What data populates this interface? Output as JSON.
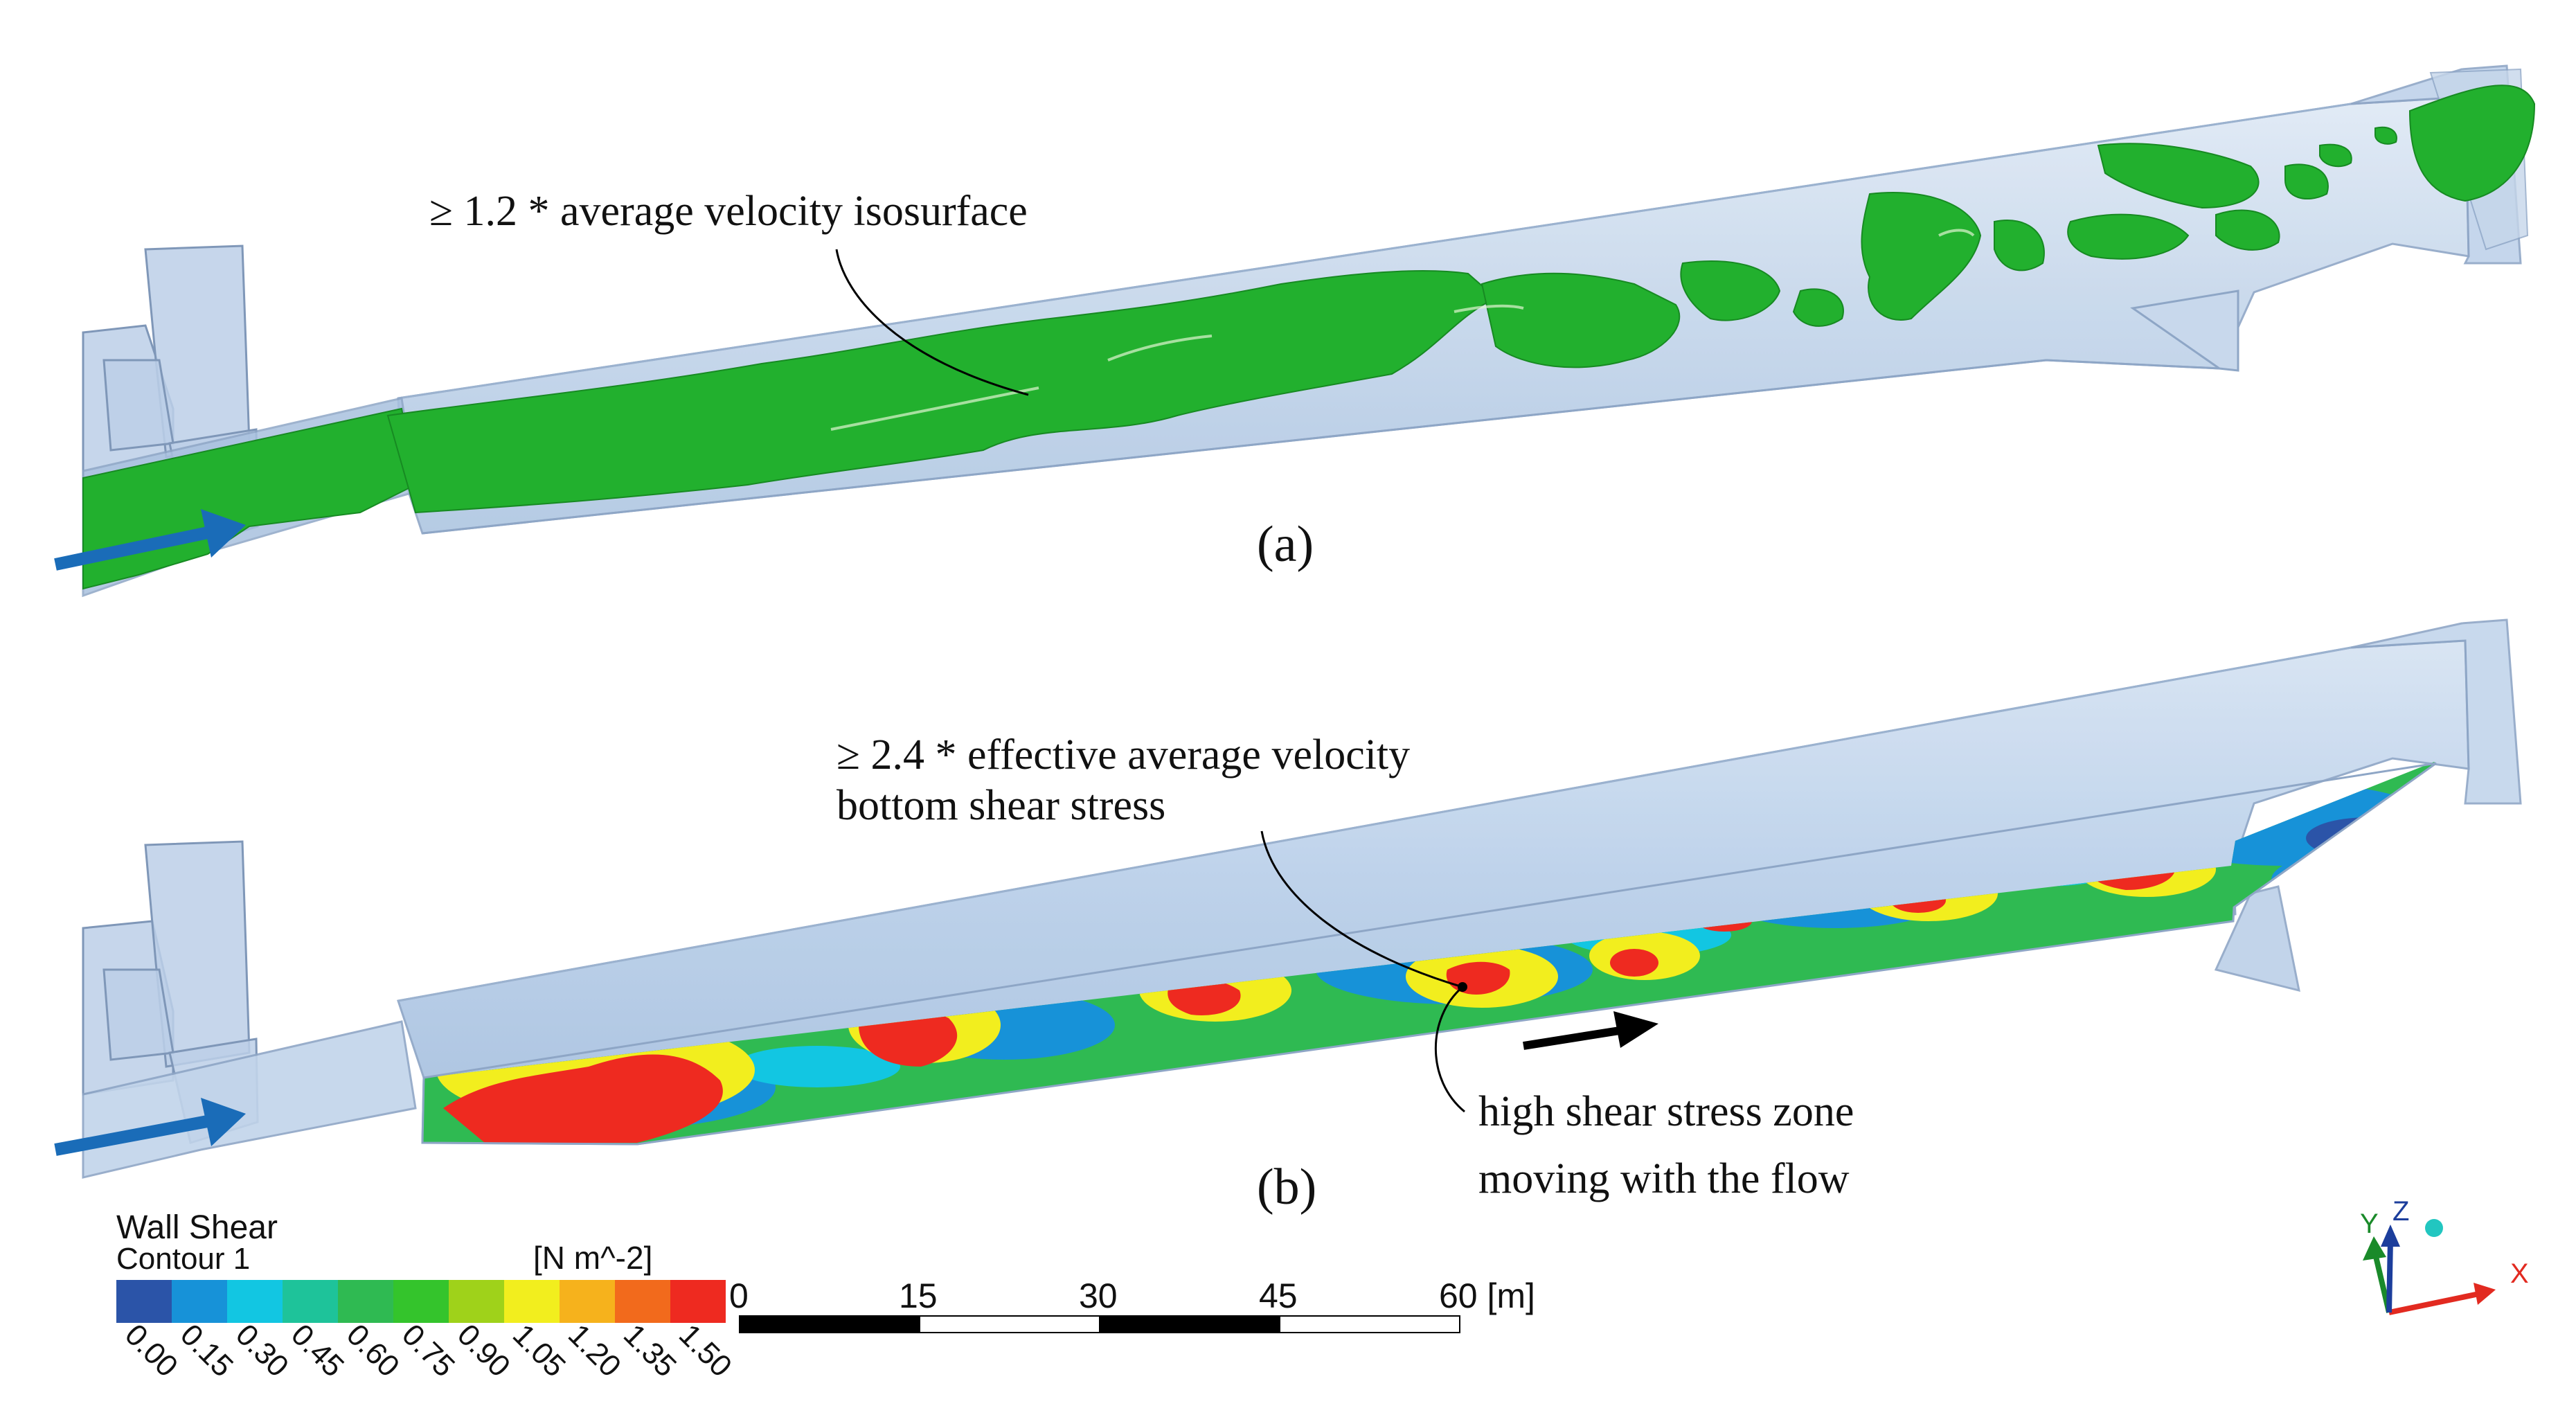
{
  "panel_a": {
    "label": "(a)",
    "annotation": "≥ 1.2 * average velocity isosurface"
  },
  "panel_b": {
    "label": "(b)",
    "annotation_line1": "≥ 2.4 * effective average velocity",
    "annotation_line2": "bottom shear stress",
    "zone_line1": "high shear stress zone",
    "zone_line2": "moving with the flow"
  },
  "legend": {
    "title_line1": "Wall Shear",
    "title_line2": "Contour 1",
    "unit": "[N m^-2]",
    "ticks": [
      "0.00",
      "0.15",
      "0.30",
      "0.45",
      "0.60",
      "0.75",
      "0.90",
      "1.05",
      "1.20",
      "1.35",
      "1.50"
    ],
    "colors": [
      "#2b54a8",
      "#1792d8",
      "#12c6e2",
      "#1ec39a",
      "#2fba52",
      "#34c42c",
      "#9fd21a",
      "#f2ee1e",
      "#f6b21c",
      "#f26a1c",
      "#ee2a20"
    ]
  },
  "scale_bar": {
    "ticks": [
      "0",
      "15",
      "30",
      "45",
      "60 [m]"
    ]
  },
  "axes": {
    "x": "X",
    "y": "Y",
    "z": "Z"
  },
  "colors": {
    "isosurface": "#22b02e",
    "pipe": "#bcd0e8",
    "arrow_inflow": "#1a6cb8",
    "flow_arrow": "#000000"
  }
}
